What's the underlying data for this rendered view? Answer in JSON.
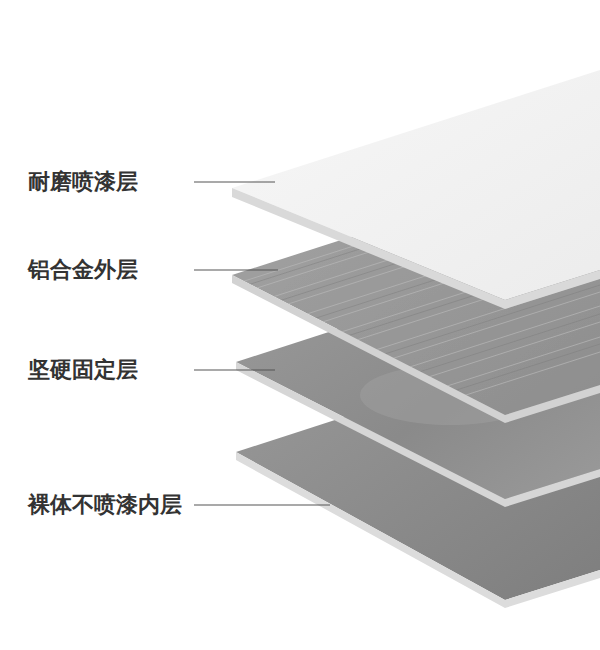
{
  "diagram": {
    "labels": [
      "耐磨喷漆层",
      "铝合金外层",
      "坚硬固定层",
      "裸体不喷漆内层"
    ]
  }
}
